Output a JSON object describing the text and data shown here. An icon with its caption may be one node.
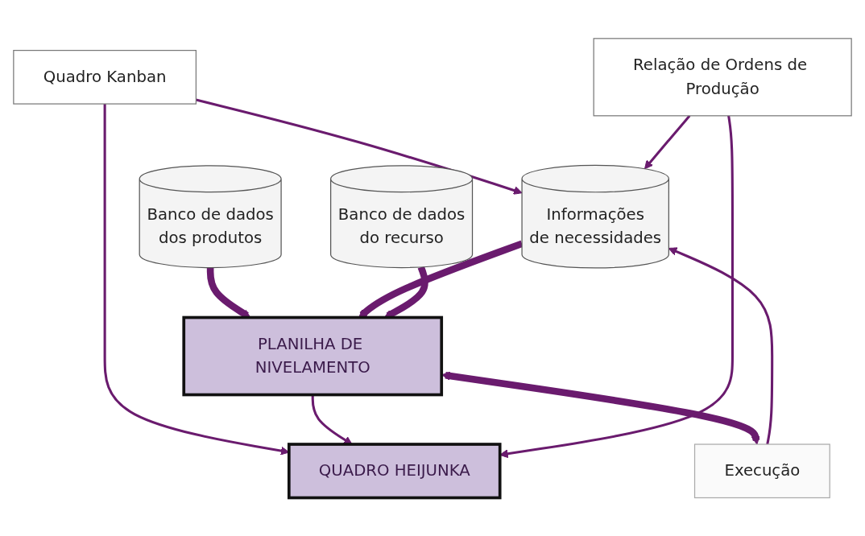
{
  "diagram": {
    "nodes": [
      {
        "text": [
          "Quadro Kanban"
        ]
      },
      {
        "text": [
          "Banco de dados",
          "dos produtos"
        ]
      },
      {
        "text": [
          "Informações",
          "de necessidades"
        ]
      },
      {
        "text": [
          "Banco de dados",
          "do recurso"
        ]
      },
      {
        "text": [
          "PLANILHA DE NIVELAMENTO"
        ]
      },
      {
        "text": [
          "QUADRO HEIJUNKA"
        ]
      },
      {
        "text": [
          "Execução"
        ]
      },
      {
        "text": [
          "Relação de Ordens de Produção"
        ]
      }
    ],
    "edges": [
      {
        "from": 0,
        "to": 5,
        "arrow": "to"
      },
      {
        "from": 0,
        "to": 2,
        "arrow": "to"
      },
      {
        "from": 1,
        "to": 4,
        "arrow": "to",
        "style": "thick"
      },
      {
        "from": 2,
        "to": 4,
        "arrow": "to",
        "style": "thick"
      },
      {
        "from": 3,
        "to": 4,
        "arrow": "to",
        "style": "thick"
      },
      {
        "from": 4,
        "to": 5,
        "arrow": "to"
      },
      {
        "from": 4,
        "to": 6,
        "arrow": "both",
        "style": "thick"
      },
      {
        "from": 6,
        "to": 2,
        "arrow": "to"
      },
      {
        "from": 7,
        "to": 2,
        "arrow": "to"
      },
      {
        "from": 7,
        "to": 5,
        "arrow": "to"
      }
    ]
  }
}
